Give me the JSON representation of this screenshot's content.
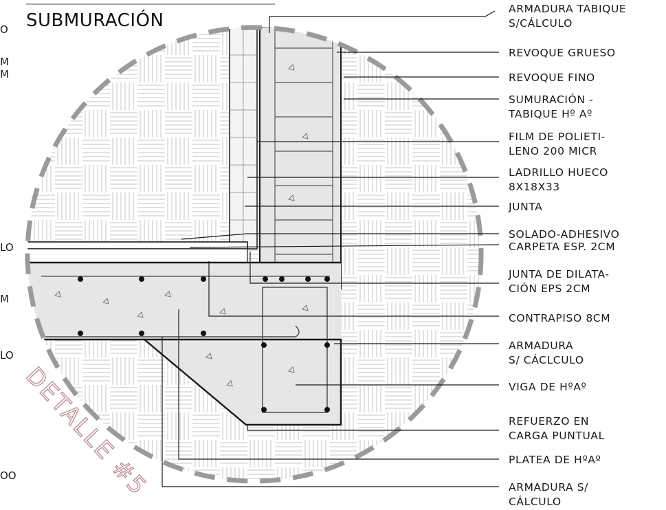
{
  "title": "SUBMURACIÓN",
  "stamp": "DETALLE #5",
  "left_edge_fragments": [
    "O",
    "M",
    "M",
    "LO",
    "M",
    "LO",
    "OO"
  ],
  "labels": [
    {
      "lines": [
        "ARMADURA TABIQUE",
        "S/CÁLCULO"
      ]
    },
    {
      "lines": [
        "REVOQUE GRUESO"
      ]
    },
    {
      "lines": [
        "REVOQUE FINO"
      ]
    },
    {
      "lines": [
        "SUMURACIÓN -",
        "TABIQUE Hº Aº"
      ]
    },
    {
      "lines": [
        "FILM DE POLIETI-",
        "LENO 200 MICR"
      ]
    },
    {
      "lines": [
        "LADRILLO HUECO",
        "8X18X33"
      ]
    },
    {
      "lines": [
        "JUNTA"
      ]
    },
    {
      "lines": [
        "SOLADO-ADHESIVO"
      ]
    },
    {
      "lines": [
        "CARPETA ESP. 2CM"
      ]
    },
    {
      "lines": [
        "JUNTA DE DILATA-",
        "CIÓN EPS 2CM"
      ]
    },
    {
      "lines": [
        "CONTRAPISO 8CM"
      ]
    },
    {
      "lines": [
        "ARMADURA",
        "S/ CÁCLCULO"
      ]
    },
    {
      "lines": [
        "VIGA DE HºAº"
      ]
    },
    {
      "lines": [
        "REFUERZO EN",
        "CARGA PUNTUAL"
      ]
    },
    {
      "lines": [
        "PLATEA DE HºAº"
      ]
    },
    {
      "lines": [
        "ARMADURA S/",
        "CÁLCULO"
      ]
    }
  ],
  "colors": {
    "ink": "#1a1a1a",
    "concrete": "#e6e6e6",
    "dash_circle": "#9a9a9a",
    "stamp": "#b98a90"
  }
}
